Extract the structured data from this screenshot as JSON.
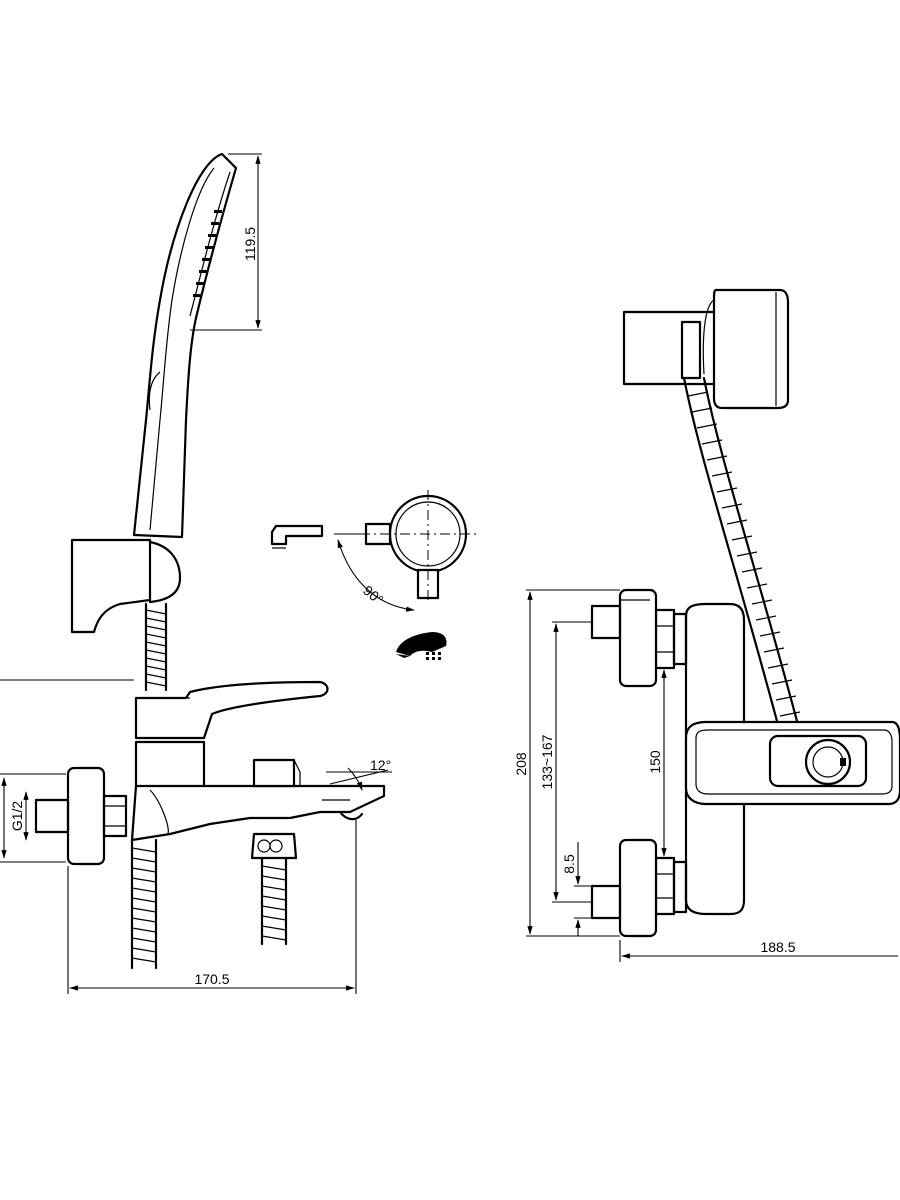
{
  "dimensions": {
    "hand_shower_head_length": "119.5",
    "spout_angle": "12°",
    "inlet_thread": "G1/2",
    "front_width": "170.5",
    "handle_rotation": "90°",
    "side_height": "208",
    "inlet_center_range": "133~167",
    "mixer_body_height": "150",
    "inlet_offset": "8.5",
    "side_depth": "188.5"
  },
  "icons": [
    "shower-head-icon",
    "lever-side-icon"
  ]
}
